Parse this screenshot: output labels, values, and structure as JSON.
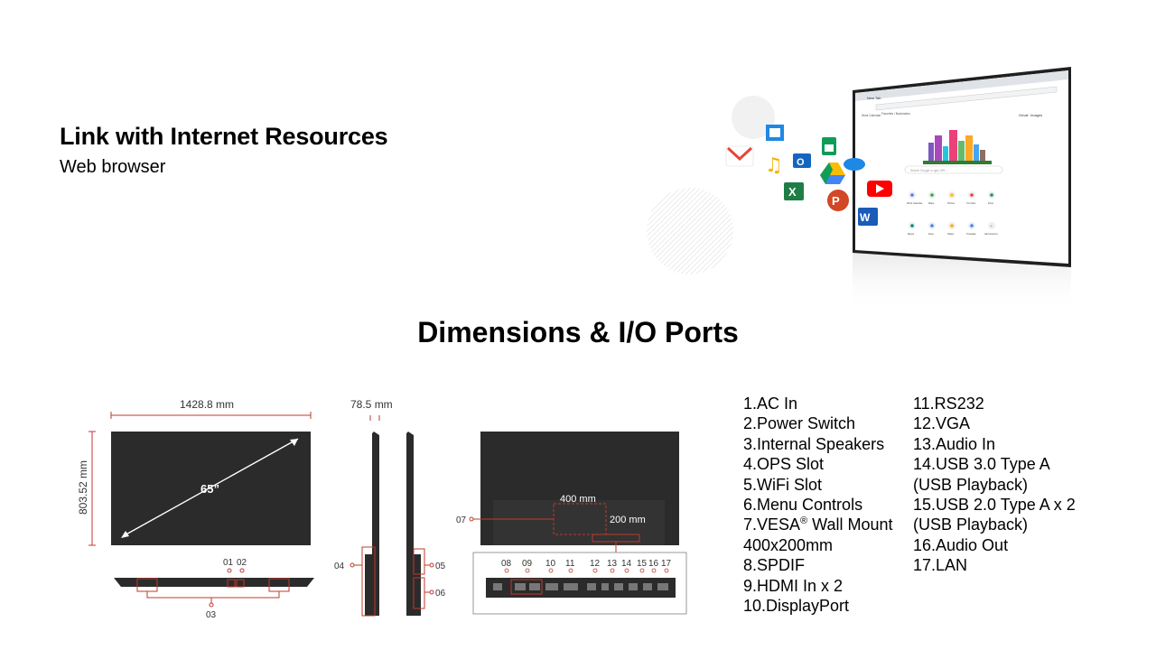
{
  "link_section": {
    "title": "Link with Internet Resources",
    "subtitle": "Web browser"
  },
  "browser_mock": {
    "tab_title": "New Tab",
    "bookmarks": [
      "Work Calendar",
      "Favorites / Bookmarks"
    ],
    "top_links": [
      "Gmail",
      "Images"
    ],
    "search_placeholder": "Search Google or type URL",
    "shortcuts_row1": [
      "Work Calendar",
      "Maps",
      "Photos",
      "YouTube",
      "Drive"
    ],
    "shortcuts_row2": [
      "Meets",
      "Docs",
      "Slides",
      "Translate",
      "Add shortcut"
    ],
    "app_icons": [
      "gmail-icon",
      "film-icon",
      "music-icon",
      "outlook-icon",
      "sheets-icon",
      "drive-icon",
      "onedrive-icon",
      "excel-icon",
      "powerpoint-icon",
      "youtube-icon",
      "word-icon"
    ]
  },
  "dimensions_section": {
    "title": "Dimensions & I/O Ports",
    "width": "1428.8 mm",
    "height": "803.52 mm",
    "depth": "78.5 mm",
    "diagonal": "65”",
    "vesa_w": "400  mm",
    "vesa_h": "200 mm",
    "front_callouts": [
      "01",
      "02",
      "03"
    ],
    "side_callouts": [
      "04",
      "05",
      "06"
    ],
    "rear_callout": "07",
    "port_callouts": [
      "08",
      "09",
      "10",
      "11",
      "12",
      "13",
      "14",
      "15",
      "16",
      "17"
    ]
  },
  "ports": {
    "col1": [
      "1.AC In",
      "2.Power Switch",
      "3.Internal Speakers",
      "4.OPS Slot",
      "5.WiFi Slot",
      "6.Menu Controls",
      "7.VESA",
      "400x200mm",
      "8.SPDIF",
      "9.HDMI In x 2",
      "10.DisplayPort"
    ],
    "col1_vesa_reg": "®",
    "col1_vesa_suffix": " Wall Mount",
    "col2": [
      "11.RS232",
      "12.VGA",
      "13.Audio In",
      "14.USB 3.0 Type A",
      "(USB Playback)",
      "15.USB 2.0 Type A x 2",
      "(USB Playback)",
      "16.Audio Out",
      "17.LAN"
    ]
  },
  "colors": {
    "accent_red": "#c0392b",
    "panel_dark": "#2b2b2b",
    "dim_line": "#c0392b"
  }
}
